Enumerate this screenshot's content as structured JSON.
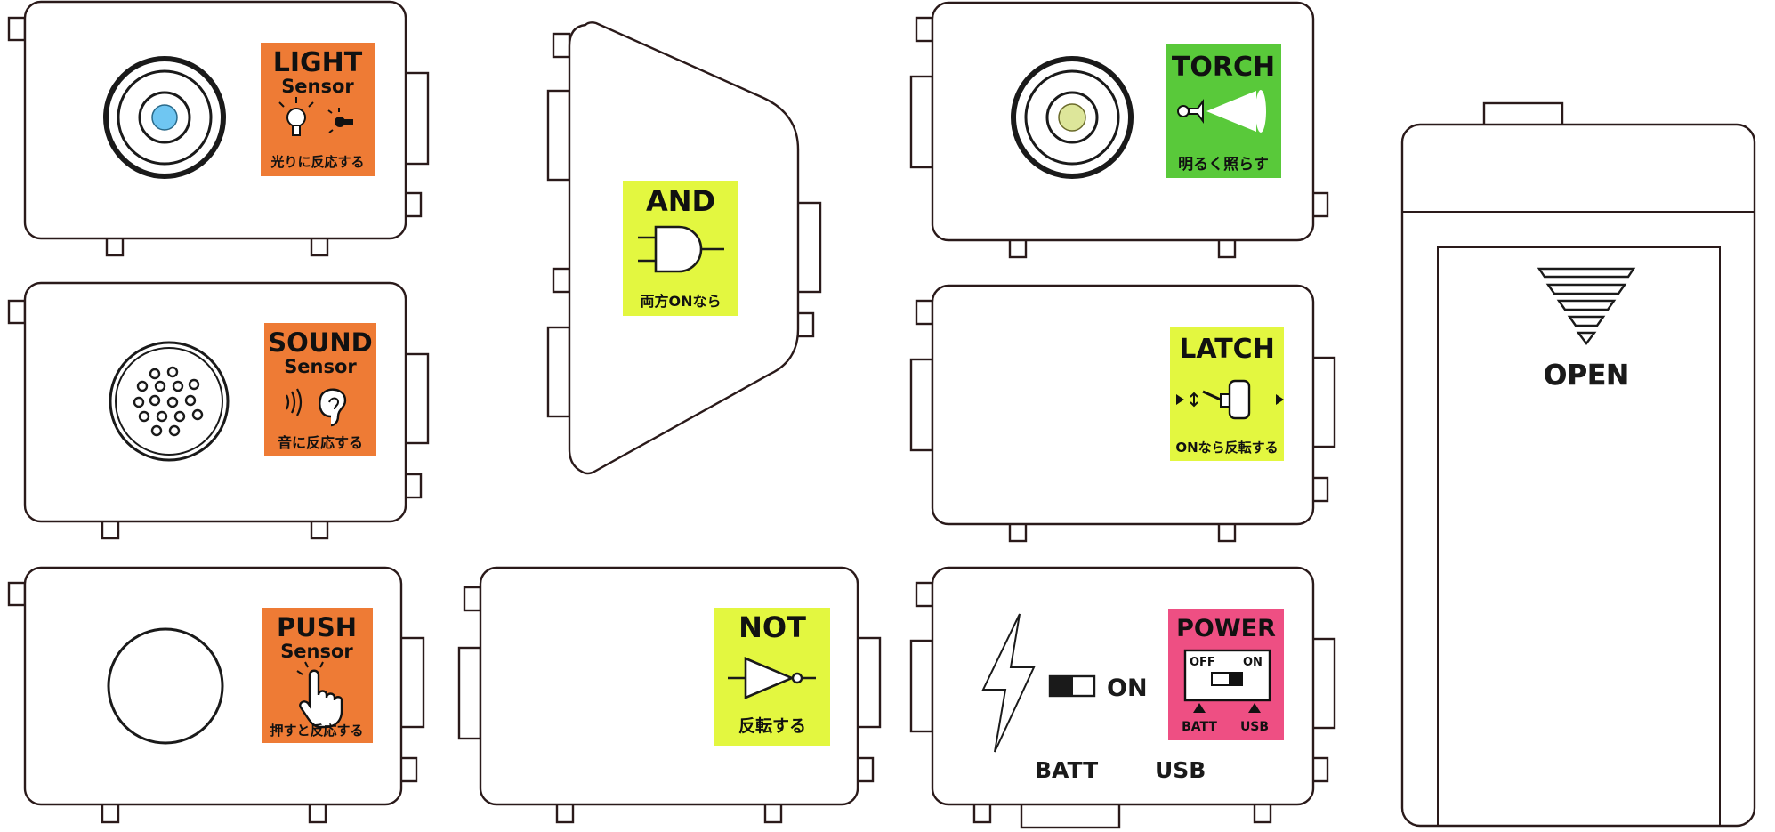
{
  "colors": {
    "orange": "#ee7b35",
    "green": "#59c93a",
    "yellow": "#e3f740",
    "pink": "#ee4f83",
    "outline": "#2a1a1a"
  },
  "modules": {
    "light": {
      "title": "LIGHT",
      "subtitle": "Sensor",
      "caption": "光りに反応する"
    },
    "sound": {
      "title": "SOUND",
      "subtitle": "Sensor",
      "caption": "音に反応する"
    },
    "push": {
      "title": "PUSH",
      "subtitle": "Sensor",
      "caption": "押すと反応する"
    },
    "and": {
      "title": "AND",
      "caption": "両方ONなら"
    },
    "not": {
      "title": "NOT",
      "caption": "反転する"
    },
    "torch": {
      "title": "TORCH",
      "caption": "明るく照らす"
    },
    "latch": {
      "title": "LATCH",
      "caption": "ONなら反転する"
    },
    "power": {
      "title": "POWER",
      "switch_off": "OFF",
      "switch_on": "ON",
      "batt_small": "BATT",
      "usb_small": "USB",
      "on_label": "ON",
      "batt_label": "BATT",
      "usb_label": "USB"
    },
    "battery": {
      "open_label": "OPEN"
    }
  }
}
